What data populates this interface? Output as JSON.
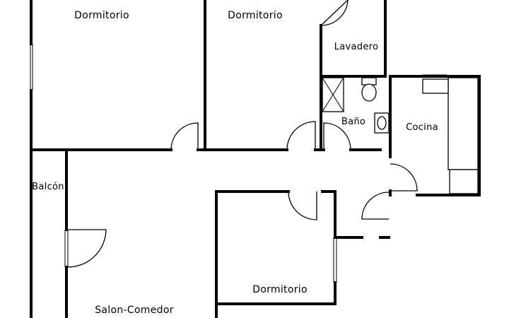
{
  "rooms": {
    "dormitorio_1": "Dormitorio",
    "dormitorio_2": "Dormitorio",
    "lavadero": "Lavadero",
    "bano": "Baño",
    "cocina": "Cocina",
    "balcon": "Balcón",
    "dormitorio_3": "Dormitorio",
    "salon_comedor": "Salon-Comedor"
  },
  "colors": {
    "walls": "#000000",
    "background": "#ffffff"
  }
}
